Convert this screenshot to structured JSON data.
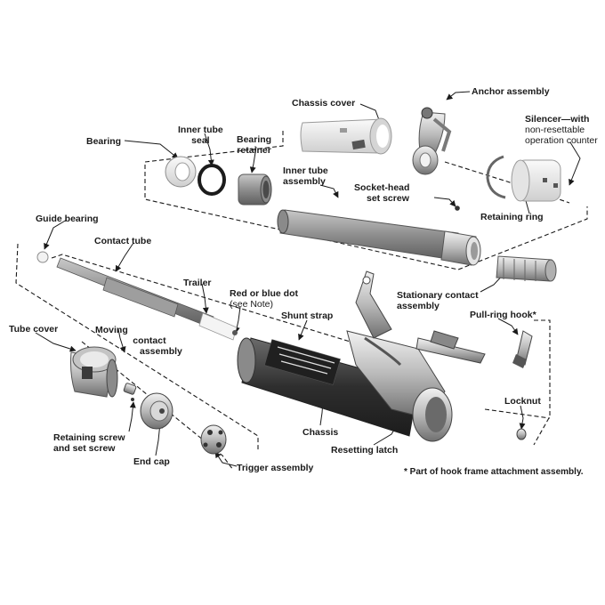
{
  "labels": {
    "chassis_cover": "Chassis cover",
    "anchor_assembly": "Anchor assembly",
    "silencer_l1": "Silencer—with",
    "silencer_l2": "non-resettable",
    "silencer_l3": "operation counter",
    "bearing": "Bearing",
    "inner_tube_seal_l1": "Inner tube",
    "inner_tube_seal_l2": "seal",
    "bearing_retainer_l1": "Bearing",
    "bearing_retainer_l2": "retainer",
    "inner_tube_assembly_l1": "Inner tube",
    "inner_tube_assembly_l2": "assembly",
    "socket_head_l1": "Socket-head",
    "socket_head_l2": "set screw",
    "retaining_ring": "Retaining ring",
    "guide_bearing": "Guide bearing",
    "contact_tube": "Contact tube",
    "trailer": "Trailer",
    "red_blue_dot_l1": "Red or blue dot",
    "red_blue_dot_l2": "(see Note)",
    "stationary_contact_l1": "Stationary contact",
    "stationary_contact_l2": "assembly",
    "shunt_strap": "Shunt strap",
    "pull_ring_hook": "Pull-ring hook*",
    "tube_cover": "Tube cover",
    "moving_contact_l1": "Moving",
    "moving_contact_l2": "contact",
    "moving_contact_l3": "assembly",
    "locknut": "Locknut",
    "chassis": "Chassis",
    "retaining_screw_l1": "Retaining screw",
    "retaining_screw_l2": "and set screw",
    "end_cap": "End cap",
    "resetting_latch": "Resetting latch",
    "trigger_assembly": "Trigger assembly",
    "footnote": "*  Part of hook frame attachment assembly."
  },
  "colors": {
    "line": "#1a1a1a",
    "metal_light": "#d9d9d9",
    "metal_mid": "#a8a8a8",
    "metal_dark": "#6e6e6e",
    "chassis_body": "#3a3a3a",
    "inner_tube": "#9c9c9c",
    "trailer": "#eeeeee"
  }
}
